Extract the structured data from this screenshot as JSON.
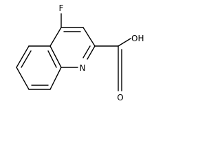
{
  "structure": {
    "atoms": {
      "fluorine": "F",
      "nitrogen": "N",
      "hydroxyl": "OH",
      "carbonyl_oxygen": "O"
    }
  },
  "colors": {
    "bond": "#000000",
    "label": "#000000",
    "background": "#ffffff"
  }
}
